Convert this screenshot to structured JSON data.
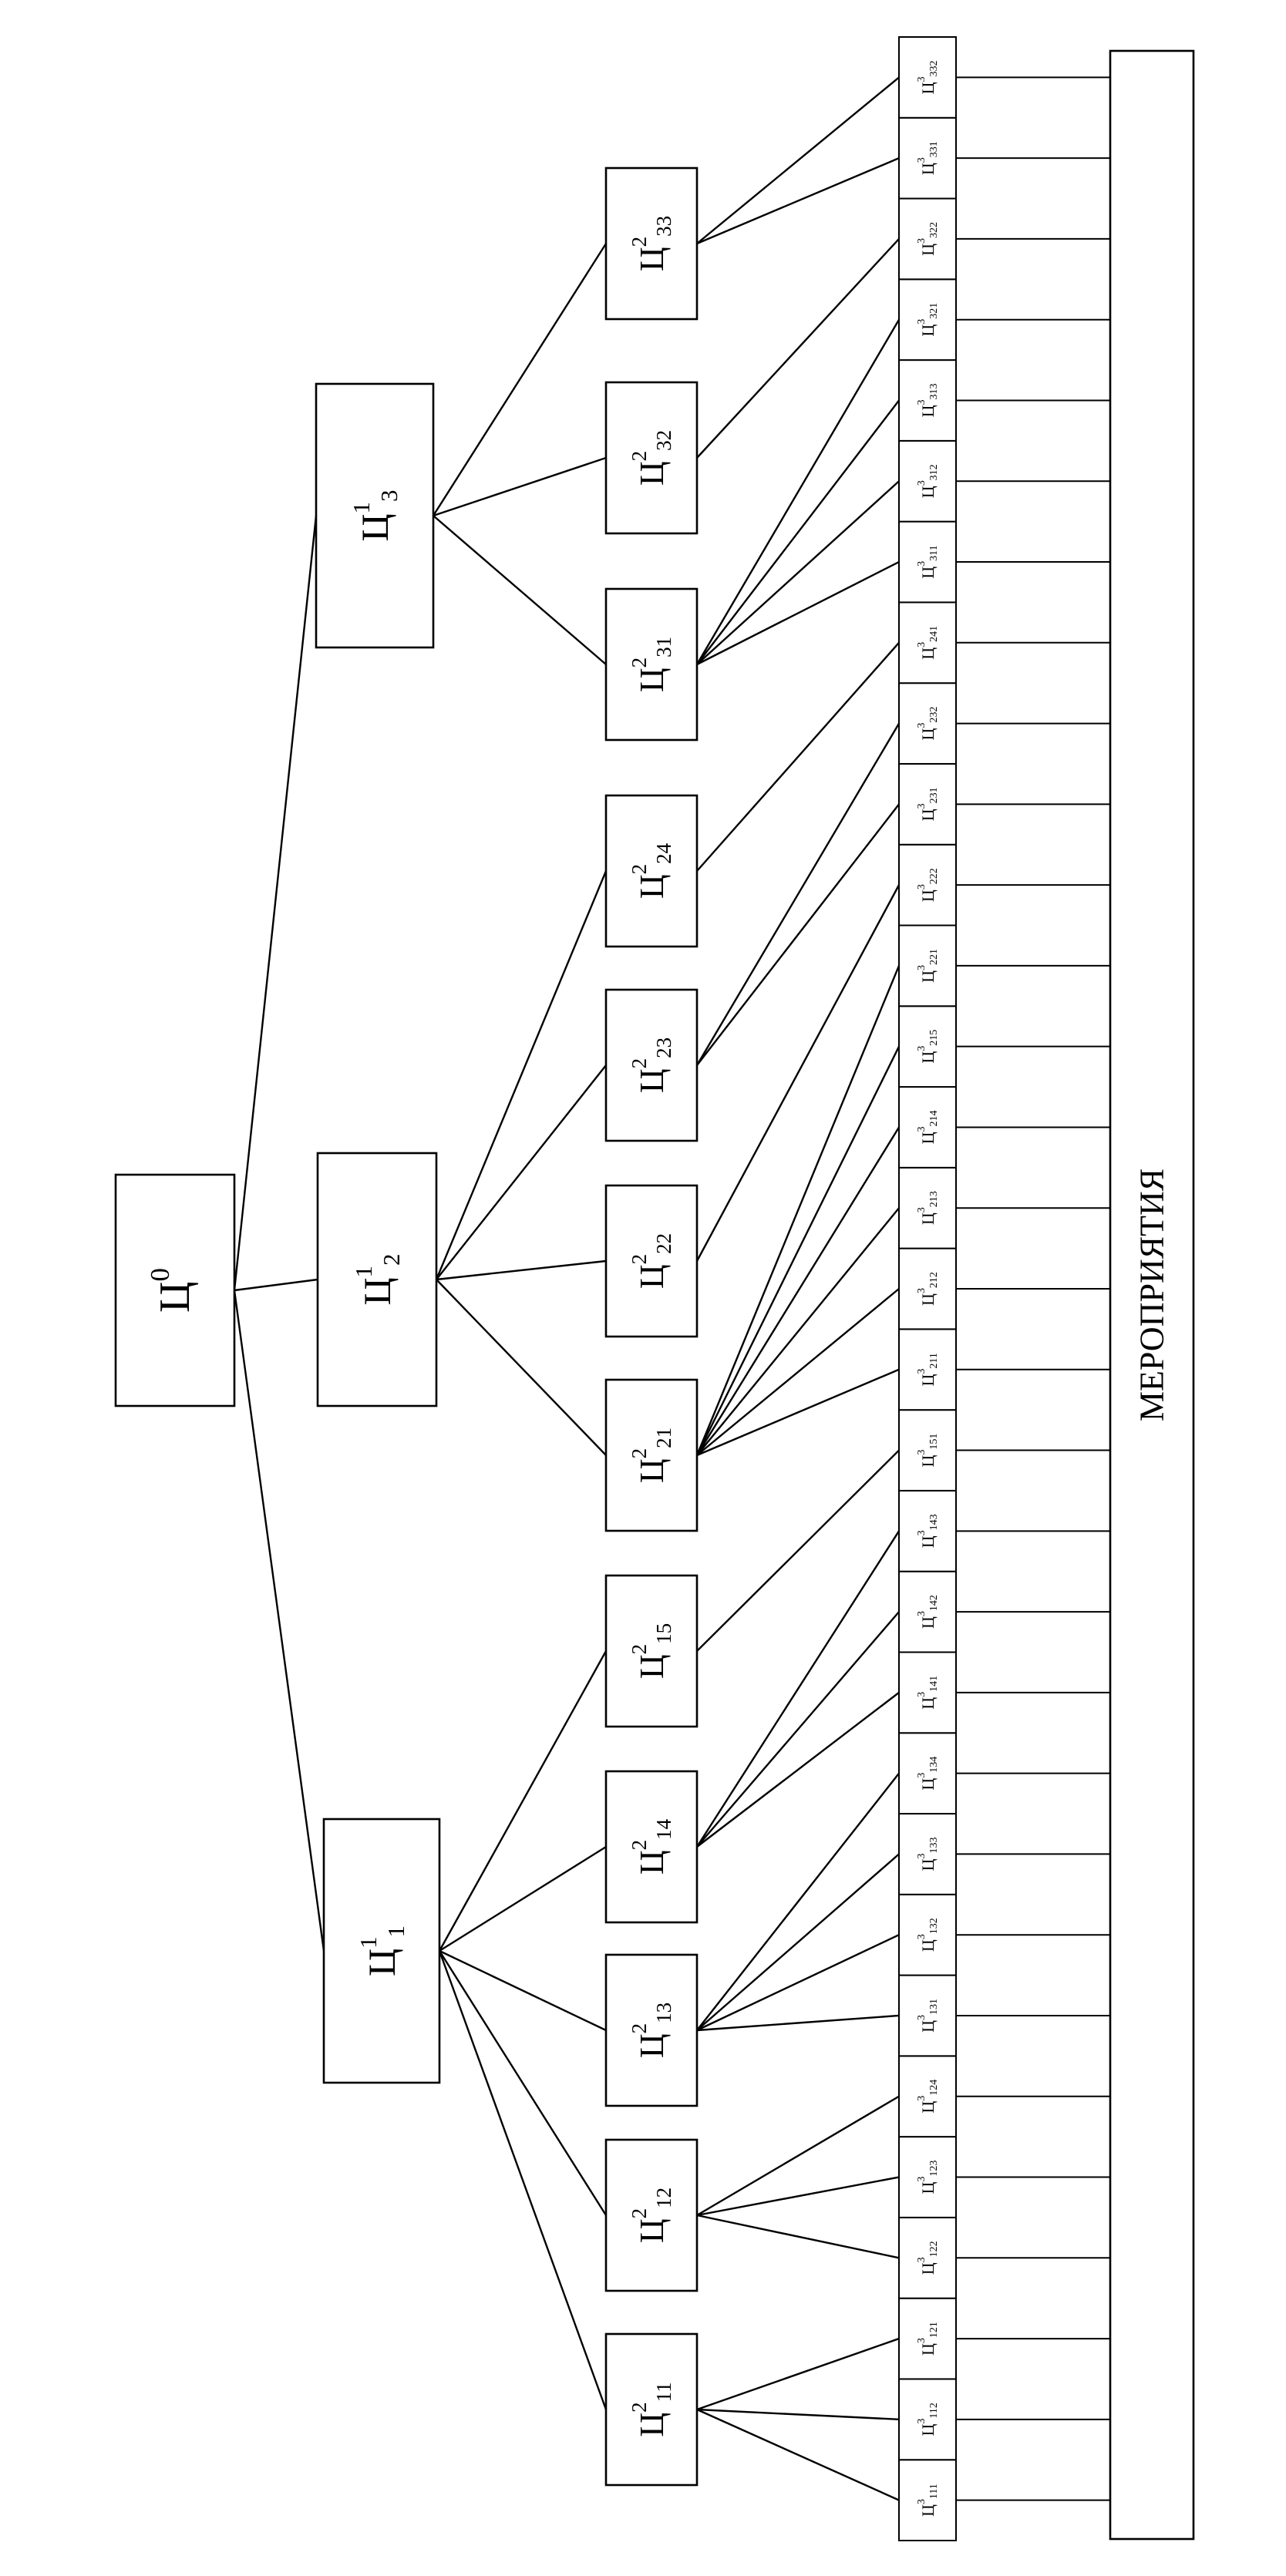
{
  "root": {
    "id": "root",
    "letter": "Ц",
    "sup": "0",
    "sub": ""
  },
  "level1": [
    {
      "id": "n1",
      "letter": "Ц",
      "sup": "1",
      "sub": "1"
    },
    {
      "id": "n2",
      "letter": "Ц",
      "sup": "1",
      "sub": "2"
    },
    {
      "id": "n3",
      "letter": "Ц",
      "sup": "1",
      "sub": "3"
    }
  ],
  "level2": [
    {
      "id": "n11",
      "parent": "n1",
      "letter": "Ц",
      "sup": "2",
      "sub": "11"
    },
    {
      "id": "n12",
      "parent": "n1",
      "letter": "Ц",
      "sup": "2",
      "sub": "12"
    },
    {
      "id": "n13",
      "parent": "n1",
      "letter": "Ц",
      "sup": "2",
      "sub": "13"
    },
    {
      "id": "n14",
      "parent": "n1",
      "letter": "Ц",
      "sup": "2",
      "sub": "14"
    },
    {
      "id": "n15",
      "parent": "n1",
      "letter": "Ц",
      "sup": "2",
      "sub": "15"
    },
    {
      "id": "n21",
      "parent": "n2",
      "letter": "Ц",
      "sup": "2",
      "sub": "21"
    },
    {
      "id": "n22",
      "parent": "n2",
      "letter": "Ц",
      "sup": "2",
      "sub": "22"
    },
    {
      "id": "n23",
      "parent": "n2",
      "letter": "Ц",
      "sup": "2",
      "sub": "23"
    },
    {
      "id": "n24",
      "parent": "n2",
      "letter": "Ц",
      "sup": "2",
      "sub": "24"
    },
    {
      "id": "n31",
      "parent": "n3",
      "letter": "Ц",
      "sup": "2",
      "sub": "31"
    },
    {
      "id": "n32",
      "parent": "n3",
      "letter": "Ц",
      "sup": "2",
      "sub": "32"
    },
    {
      "id": "n33",
      "parent": "n3",
      "letter": "Ц",
      "sup": "2",
      "sub": "33"
    }
  ],
  "level3": [
    {
      "id": "c111",
      "parent": "n11",
      "letter": "Ц",
      "sup": "3",
      "sub": "111"
    },
    {
      "id": "c112",
      "parent": "n11",
      "letter": "Ц",
      "sup": "3",
      "sub": "112"
    },
    {
      "id": "c121",
      "parent": "n11",
      "letter": "Ц",
      "sup": "3",
      "sub": "121"
    },
    {
      "id": "c122",
      "parent": "n12",
      "letter": "Ц",
      "sup": "3",
      "sub": "122"
    },
    {
      "id": "c123",
      "parent": "n12",
      "letter": "Ц",
      "sup": "3",
      "sub": "123"
    },
    {
      "id": "c124",
      "parent": "n12",
      "letter": "Ц",
      "sup": "3",
      "sub": "124"
    },
    {
      "id": "c131",
      "parent": "n13",
      "letter": "Ц",
      "sup": "3",
      "sub": "131"
    },
    {
      "id": "c132",
      "parent": "n13",
      "letter": "Ц",
      "sup": "3",
      "sub": "132"
    },
    {
      "id": "c133",
      "parent": "n13",
      "letter": "Ц",
      "sup": "3",
      "sub": "133"
    },
    {
      "id": "c134",
      "parent": "n13",
      "letter": "Ц",
      "sup": "3",
      "sub": "134"
    },
    {
      "id": "c141",
      "parent": "n14",
      "letter": "Ц",
      "sup": "3",
      "sub": "141"
    },
    {
      "id": "c142",
      "parent": "n14",
      "letter": "Ц",
      "sup": "3",
      "sub": "142"
    },
    {
      "id": "c143",
      "parent": "n14",
      "letter": "Ц",
      "sup": "3",
      "sub": "143"
    },
    {
      "id": "c151",
      "parent": "n15",
      "letter": "Ц",
      "sup": "3",
      "sub": "151"
    },
    {
      "id": "c211",
      "parent": "n21",
      "letter": "Ц",
      "sup": "3",
      "sub": "211"
    },
    {
      "id": "c212",
      "parent": "n21",
      "letter": "Ц",
      "sup": "3",
      "sub": "212"
    },
    {
      "id": "c213",
      "parent": "n21",
      "letter": "Ц",
      "sup": "3",
      "sub": "213"
    },
    {
      "id": "c214",
      "parent": "n21",
      "letter": "Ц",
      "sup": "3",
      "sub": "214"
    },
    {
      "id": "c215",
      "parent": "n21",
      "letter": "Ц",
      "sup": "3",
      "sub": "215"
    },
    {
      "id": "c221",
      "parent": "n21",
      "letter": "Ц",
      "sup": "3",
      "sub": "221"
    },
    {
      "id": "c222",
      "parent": "n22",
      "letter": "Ц",
      "sup": "3",
      "sub": "222"
    },
    {
      "id": "c231",
      "parent": "n23",
      "letter": "Ц",
      "sup": "3",
      "sub": "231"
    },
    {
      "id": "c232",
      "parent": "n23",
      "letter": "Ц",
      "sup": "3",
      "sub": "232"
    },
    {
      "id": "c241",
      "parent": "n24",
      "letter": "Ц",
      "sup": "3",
      "sub": "241"
    },
    {
      "id": "c311",
      "parent": "n31",
      "letter": "Ц",
      "sup": "3",
      "sub": "311"
    },
    {
      "id": "c312",
      "parent": "n31",
      "letter": "Ц",
      "sup": "3",
      "sub": "312"
    },
    {
      "id": "c313",
      "parent": "n31",
      "letter": "Ц",
      "sup": "3",
      "sub": "313"
    },
    {
      "id": "c321",
      "parent": "n31",
      "letter": "Ц",
      "sup": "3",
      "sub": "321"
    },
    {
      "id": "c322",
      "parent": "n32",
      "letter": "Ц",
      "sup": "3",
      "sub": "322"
    },
    {
      "id": "c331",
      "parent": "n33",
      "letter": "Ц",
      "sup": "3",
      "sub": "331"
    },
    {
      "id": "c332",
      "parent": "n33",
      "letter": "Ц",
      "sup": "3",
      "sub": "332"
    }
  ],
  "measures": {
    "label": "МЕРОПРИЯТИЯ"
  }
}
